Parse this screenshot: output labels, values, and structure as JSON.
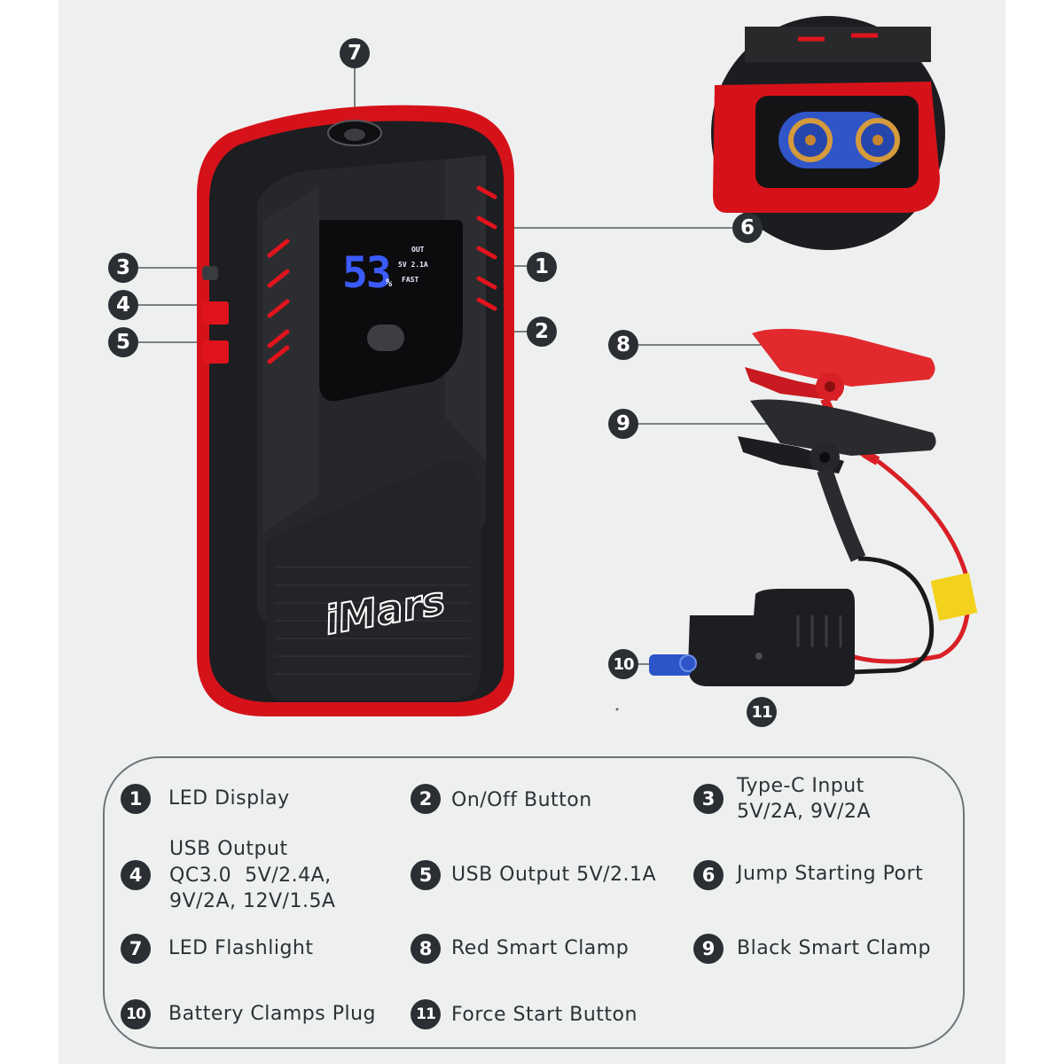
{
  "brand": "iMars",
  "display": {
    "percent": "53",
    "percent_sign": "%",
    "out_label": "OUT",
    "output_value": "5V 2.1A",
    "mode": "FAST"
  },
  "callouts": [
    "1",
    "2",
    "3",
    "4",
    "5",
    "6",
    "7",
    "8",
    "9",
    "10",
    "11"
  ],
  "legend": [
    {
      "num": "1",
      "lines": [
        "LED Display"
      ]
    },
    {
      "num": "2",
      "lines": [
        "On/Off Button"
      ]
    },
    {
      "num": "3",
      "lines": [
        "Type-C Input",
        "5V/2A, 9V/2A"
      ]
    },
    {
      "num": "4",
      "lines": [
        "USB Output",
        "QC3.0  5V/2.4A,",
        "9V/2A, 12V/1.5A"
      ]
    },
    {
      "num": "5",
      "lines": [
        "USB Output 5V/2.1A"
      ]
    },
    {
      "num": "6",
      "lines": [
        "Jump Starting Port"
      ]
    },
    {
      "num": "7",
      "lines": [
        "LED Flashlight"
      ]
    },
    {
      "num": "8",
      "lines": [
        "Red Smart Clamp"
      ]
    },
    {
      "num": "9",
      "lines": [
        "Black Smart Clamp"
      ]
    },
    {
      "num": "10",
      "lines": [
        "Battery Clamps Plug"
      ]
    },
    {
      "num": "11",
      "lines": [
        "Force Start Button"
      ]
    }
  ],
  "colors": {
    "accent_red": "#e0141c",
    "body_black": "#1e1f22",
    "lcd_blue": "#3b5bff",
    "callout_dark": "#2b2e33",
    "clamp_yellow": "#f2d21c"
  }
}
